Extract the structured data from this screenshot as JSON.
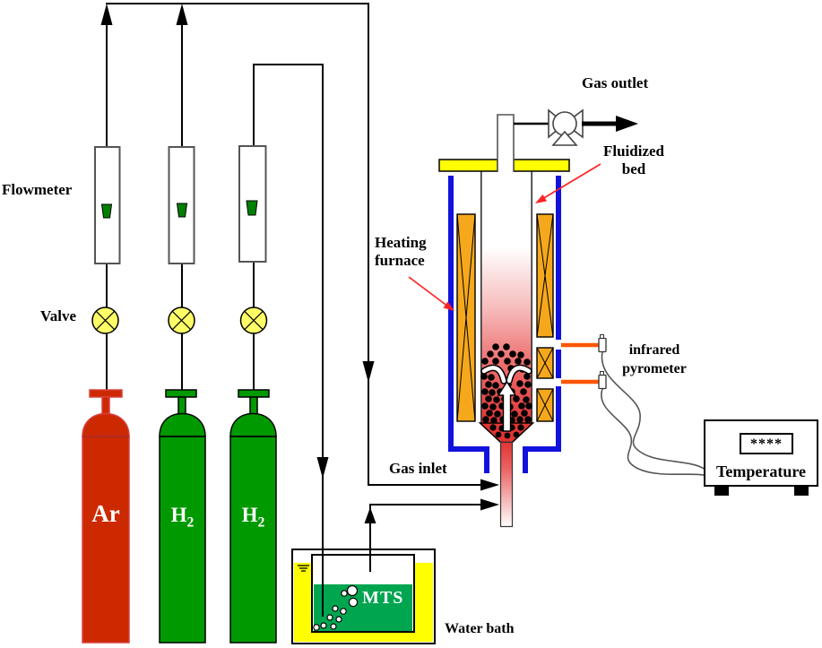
{
  "diagram": {
    "labels": {
      "flowmeter": "Flowmeter",
      "valve": "Valve",
      "gas_outlet": "Gas outlet",
      "gas_inlet": "Gas inlet",
      "fluidized_bed": {
        "line1": "Fluidized",
        "line2": "bed"
      },
      "heating_furnace": {
        "line1": "Heating",
        "line2": "furnace"
      },
      "infrared_pyrometer": {
        "line1": "infrared",
        "line2": "pyrometer"
      },
      "water_bath": "Water bath",
      "mts": "MTS",
      "temperature": "Temperature",
      "temperature_display": "****"
    },
    "cylinders": [
      {
        "symbol": "Ar",
        "sub": "",
        "gas": "argon",
        "color": "#cc2900"
      },
      {
        "symbol": "H",
        "sub": "2",
        "gas": "hydrogen",
        "color": "#009900"
      },
      {
        "symbol": "H",
        "sub": "2",
        "gas": "hydrogen",
        "color": "#009900"
      }
    ],
    "colors": {
      "argon_cylinder": "#cc2900",
      "hydrogen_cylinder": "#009900",
      "furnace_wall_blue": "#1212dd",
      "heater_orange": "#f5a81c",
      "flange_yellow": "#ffff00",
      "valve_yellow": "#ffff66",
      "bath_water_yellow": "#ffff00",
      "mts_liquid_green": "#00a550",
      "pyrometer_sight_orange": "#ff5500",
      "annotation_arrow_red": "#ff2222",
      "heat_glow_red": "#e13434"
    }
  }
}
